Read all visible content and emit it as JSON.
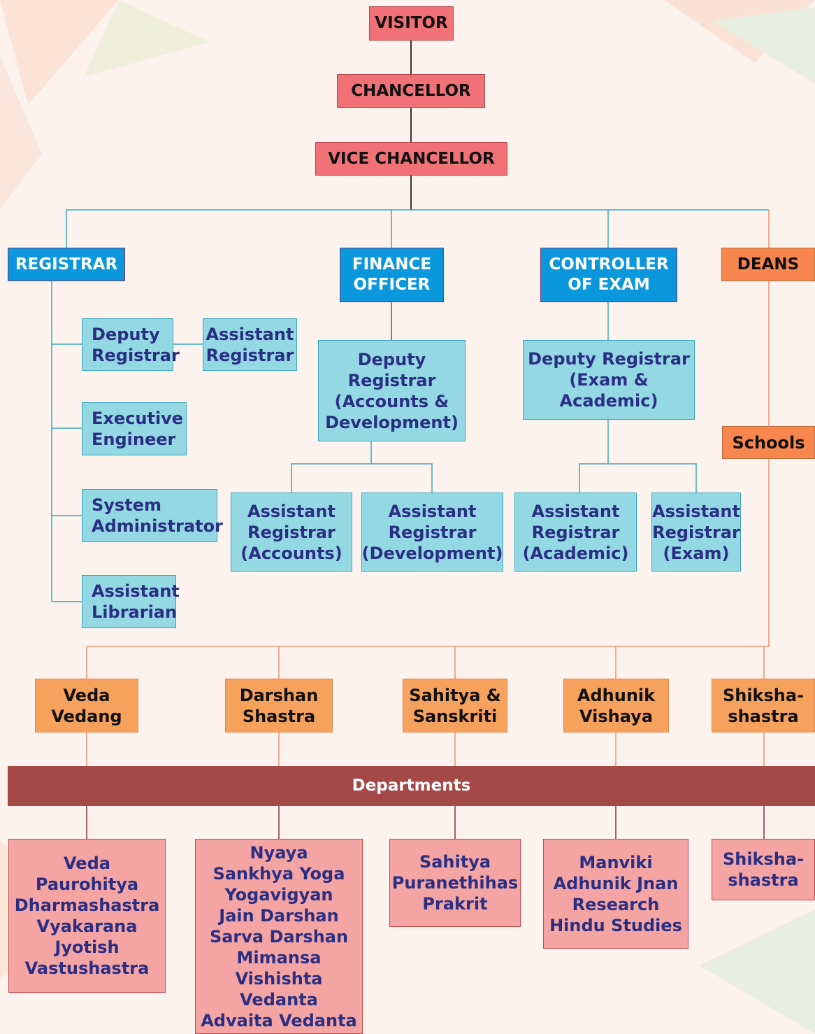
{
  "colors": {
    "background": "#fdf3ee",
    "top_level": "#f07176",
    "officer": "#0a97dc",
    "deans": "#f7874f",
    "staff": "#94d8e4",
    "school": "#f7a25c",
    "department_banner": "#a54948",
    "department_list": "#f4a4a2",
    "text_staff": "#2a2f84",
    "line_dark": "#333333",
    "line_blue": "#3aa7c1",
    "line_orange": "#f0926a",
    "line_purple": "#8a3a8a"
  },
  "top": {
    "visitor": "VISITOR",
    "chancellor": "CHANCELLOR",
    "vice_chancellor": "VICE CHANCELLOR"
  },
  "officers": {
    "registrar": "REGISTRAR",
    "finance_officer": "FINANCE\nOFFICER",
    "controller_of_exam": "CONTROLLER\nOF EXAM",
    "deans": "DEANS"
  },
  "registrar_staff": {
    "deputy_registrar": "Deputy\nRegistrar",
    "assistant_registrar": "Assistant\nRegistrar",
    "executive_engineer": "Executive\nEngineer",
    "system_administrator": "System\nAdministrator",
    "assistant_librarian": "Assistant\nLibrarian"
  },
  "finance_staff": {
    "deputy_registrar": "Deputy\nRegistrar\n(Accounts &\nDevelopment)",
    "assistant_accounts": "Assistant\nRegistrar\n(Accounts)",
    "assistant_development": "Assistant\nRegistrar\n(Development)"
  },
  "exam_staff": {
    "deputy_registrar": "Deputy Registrar\n(Exam &\nAcademic)",
    "assistant_academic": "Assistant\nRegistrar\n(Academic)",
    "assistant_exam": "Assistant\nRegistrar\n(Exam)"
  },
  "schools_label": "Schools",
  "schools": [
    "Veda\nVedang",
    "Darshan\nShastra",
    "Sahitya &\nSanskriti",
    "Adhunik\nVishaya",
    "Shiksha-\nshastra"
  ],
  "departments_label": "Departments",
  "departments": [
    "Veda\nPaurohitya\nDharmashastra\nVyakarana\nJyotish\nVastushastra",
    "Nyaya\nSankhya Yoga\nYogavigyan\nJain Darshan\nSarva Darshan\nMimansa\nVishishta Vedanta\nAdvaita Vedanta",
    "Sahitya\nPuranethihas\nPrakrit",
    "Manviki\nAdhunik Jnan\nResearch\nHindu Studies",
    "Shiksha-\nshastra"
  ]
}
